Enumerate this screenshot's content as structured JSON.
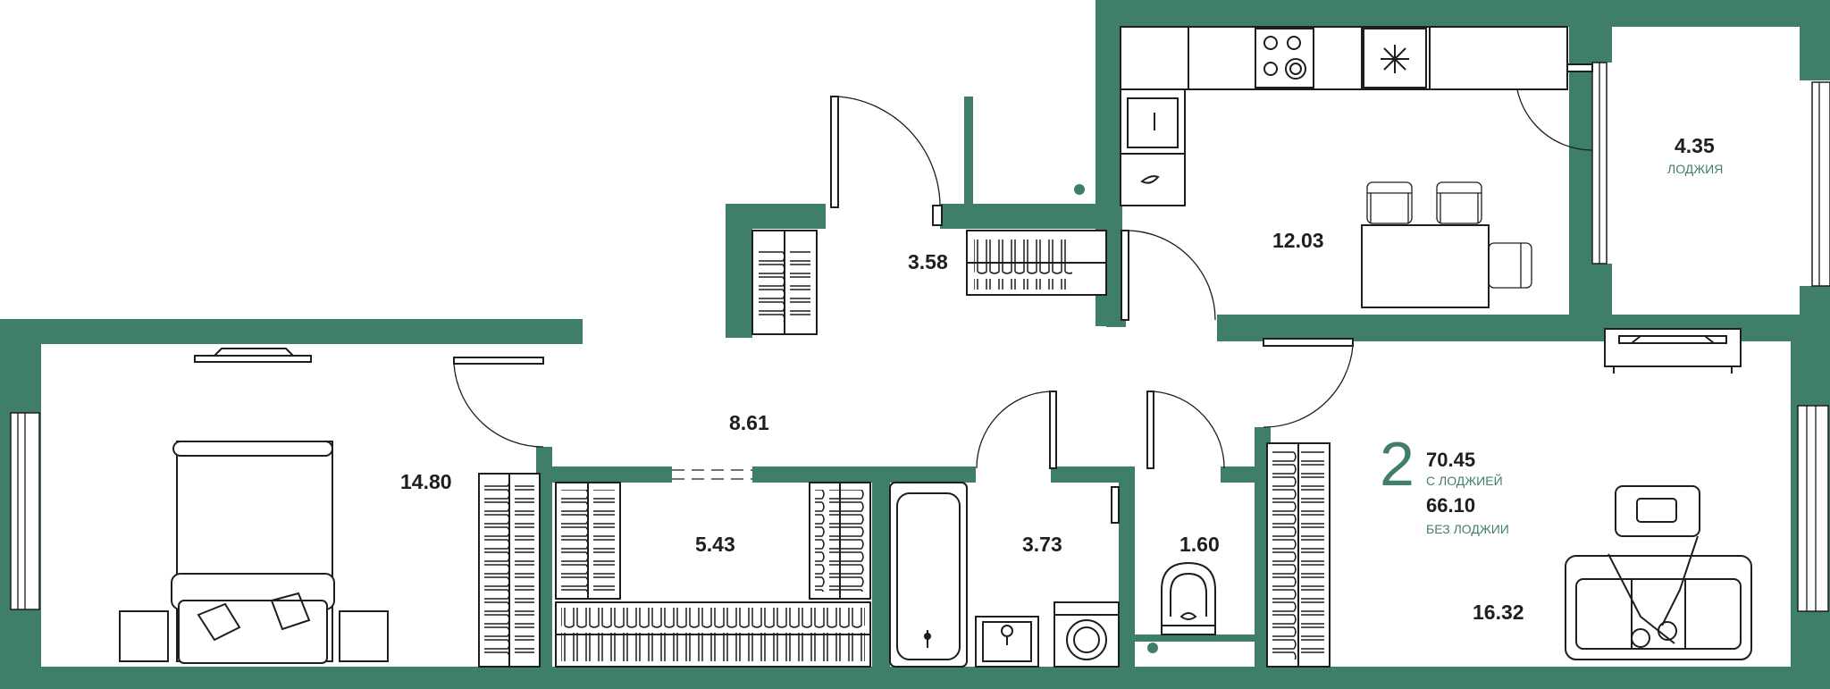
{
  "plan": {
    "colors": {
      "wall": "#3f7f6a",
      "ink": "#1e1e1e",
      "background": "#ffffff"
    },
    "rooms": [
      {
        "id": "loggia",
        "area": "4.35",
        "label": "ЛОДЖИЯ"
      },
      {
        "id": "kitchen",
        "area": "12.03"
      },
      {
        "id": "hall-upper",
        "area": "3.58"
      },
      {
        "id": "corridor",
        "area": "8.61"
      },
      {
        "id": "bedroom",
        "area": "14.80"
      },
      {
        "id": "wardrobe",
        "area": "5.43"
      },
      {
        "id": "bathroom",
        "area": "3.73"
      },
      {
        "id": "toilet",
        "area": "1.60"
      },
      {
        "id": "living-room",
        "area": "16.32"
      }
    ],
    "summary": {
      "rooms_count": "2",
      "total_with_loggia": "70.45",
      "with_loggia_label": "С ЛОДЖИЕЙ",
      "total_without_loggia": "66.10",
      "without_loggia_label": "БЕЗ ЛОДЖИИ"
    },
    "icons": [
      "fridge-icon",
      "stove-icon",
      "sink-icon",
      "bathtub-icon",
      "washing-machine-icon",
      "toilet-icon",
      "tv-icon",
      "bed-icon",
      "sofa-icon"
    ]
  }
}
